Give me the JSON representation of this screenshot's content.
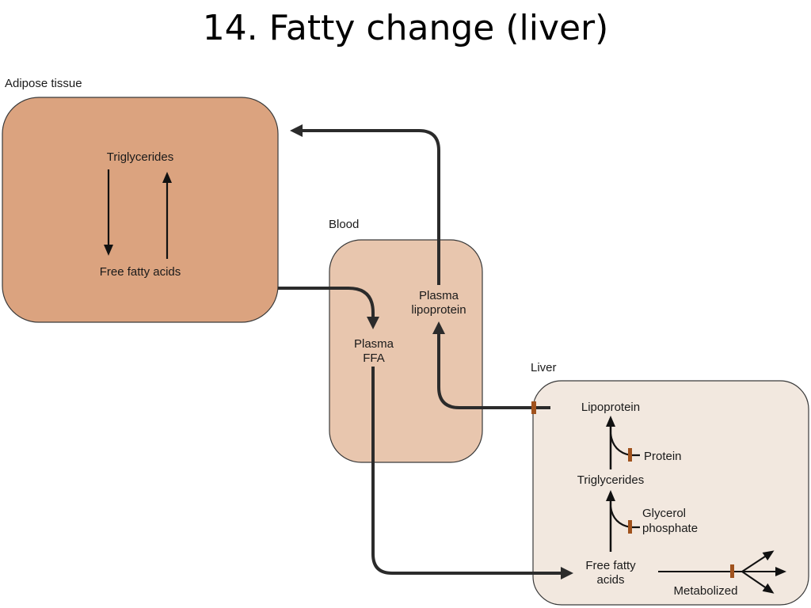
{
  "title": "14. Fatty change (liver)",
  "compartments": {
    "adipose": {
      "label": "Adipose tissue",
      "nodes": {
        "triglycerides": "Triglycerides",
        "ffa": "Free fatty acids"
      },
      "color": "#dba37f"
    },
    "blood": {
      "label": "Blood",
      "nodes": {
        "plasma_lipoprotein_1": "Plasma",
        "plasma_lipoprotein_2": "lipoprotein",
        "plasma_ffa_1": "Plasma",
        "plasma_ffa_2": "FFA"
      },
      "color": "#e8c6ae"
    },
    "liver": {
      "label": "Liver",
      "nodes": {
        "lipoprotein": "Lipoprotein",
        "protein": "Protein",
        "triglycerides": "Triglycerides",
        "glycerol_1": "Glycerol",
        "glycerol_2": "phosphate",
        "ffa_1": "Free fatty",
        "ffa_2": "acids",
        "metabolized": "Metabolized"
      },
      "color": "#f2e8df"
    }
  },
  "colors": {
    "arrow": "#2b2b2b",
    "block_marker": "#a0521d",
    "border": "#3a3a3a"
  }
}
